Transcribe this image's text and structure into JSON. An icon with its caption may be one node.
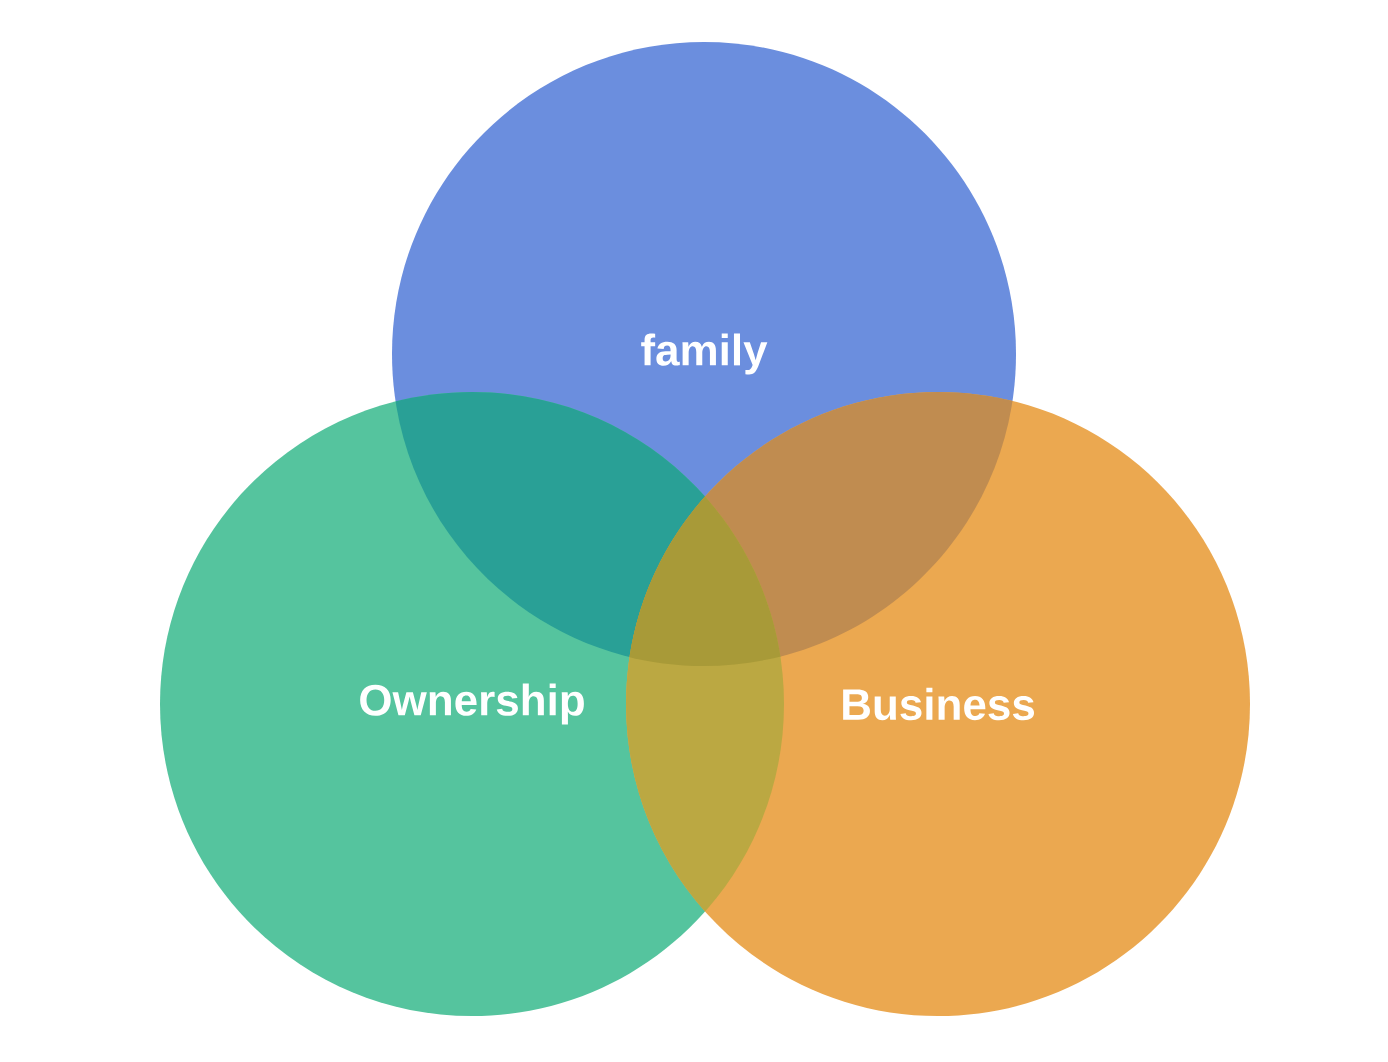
{
  "diagram": {
    "nodes": [
      {
        "text": [
          "family"
        ]
      },
      {
        "text": [
          "Ownership"
        ]
      },
      {
        "text": [
          "Business"
        ]
      }
    ]
  }
}
